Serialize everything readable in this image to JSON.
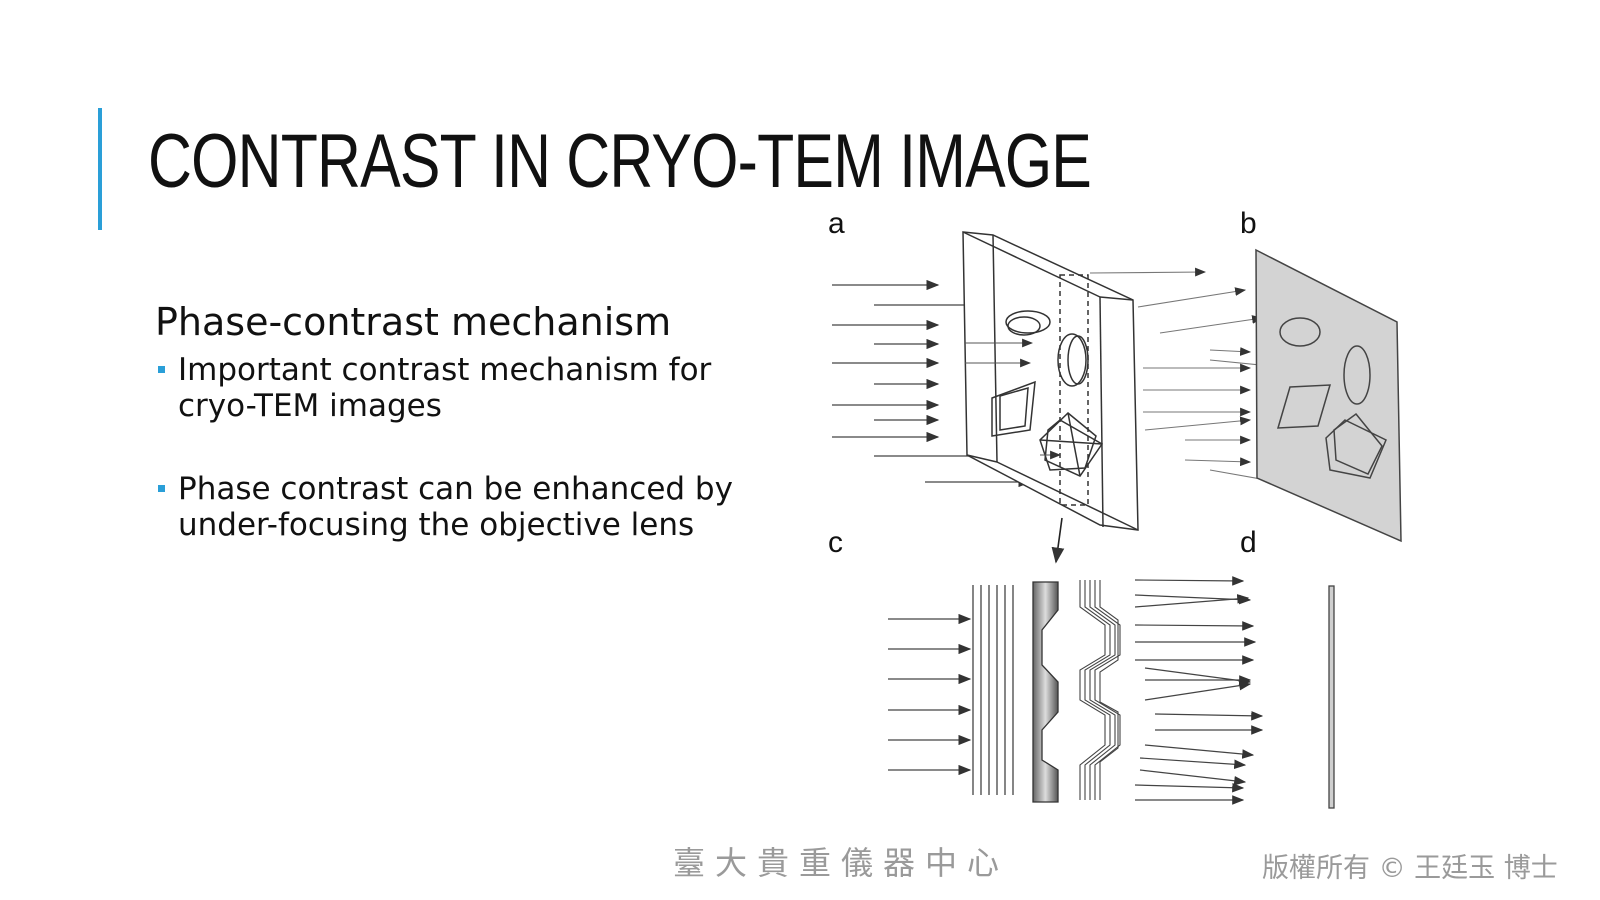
{
  "slide": {
    "title": "CONTRAST IN CRYO-TEM IMAGE",
    "heading": "Phase-contrast mechanism",
    "bullets": [
      "Important contrast mechanism for\ncryo-TEM images",
      "Phase contrast can be enhanced by\nunder-focusing the objective lens"
    ],
    "accent_color": "#2a9fd8"
  },
  "figure": {
    "panel_labels": [
      "a",
      "b",
      "c",
      "d"
    ]
  },
  "footer": {
    "left": "臺大貴重儀器中心",
    "right": "版權所有 © 王廷玉 博士"
  }
}
